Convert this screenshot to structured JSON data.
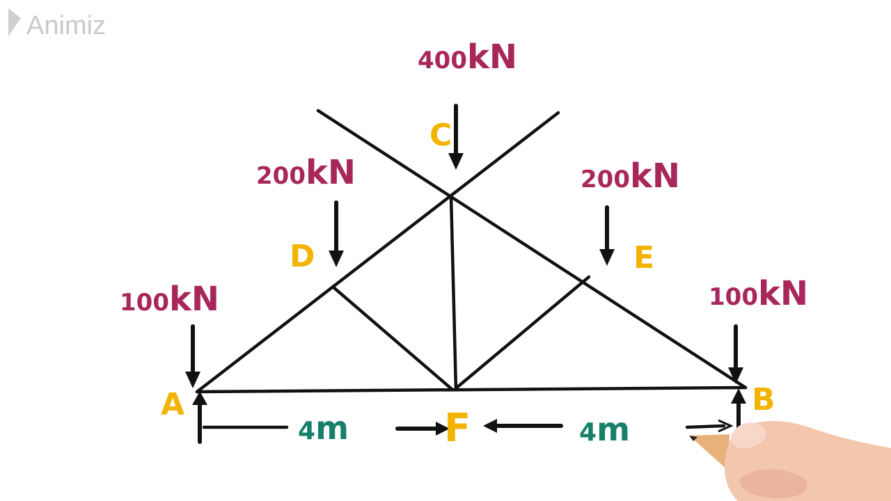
{
  "watermark": {
    "text": "Animiz"
  },
  "loads": {
    "center": {
      "num": "400",
      "unit": "kN"
    },
    "left_mid": {
      "num": "200",
      "unit": "kN"
    },
    "right_mid": {
      "num": "200",
      "unit": "kN"
    },
    "left_end": {
      "num": "100",
      "unit": "kN"
    },
    "right_end": {
      "num": "100",
      "unit": "kN"
    }
  },
  "nodes": {
    "A": "A",
    "B": "B",
    "C": "C",
    "D": "D",
    "E": "E",
    "F": "F"
  },
  "dimensions": {
    "left": {
      "num": "4",
      "unit": "m"
    },
    "right": {
      "num": "4",
      "unit": "m"
    }
  },
  "colors": {
    "load": "#a8275a",
    "node": "#f2b400",
    "dimension": "#17806a",
    "member": "#111111"
  }
}
